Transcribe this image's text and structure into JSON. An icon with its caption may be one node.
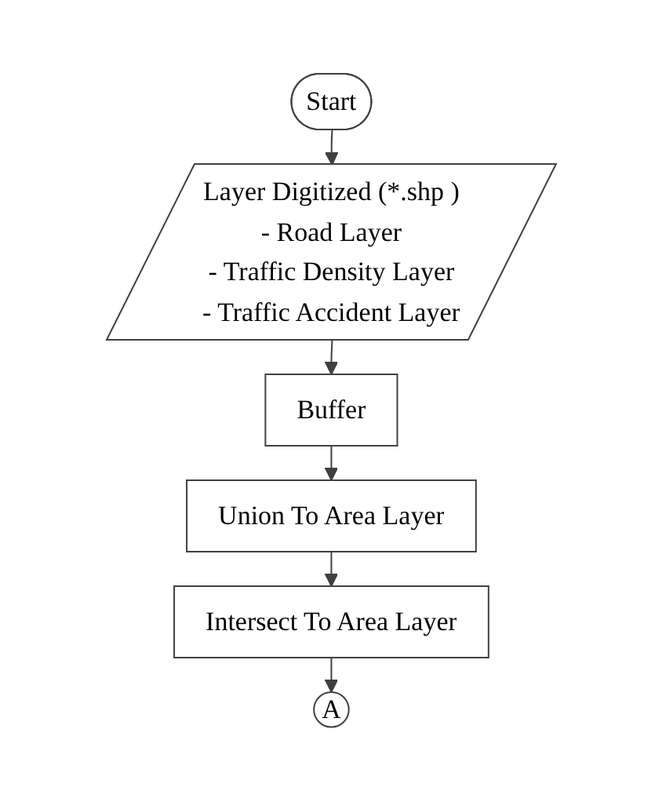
{
  "diagram": {
    "nodes": [
      {
        "text": [
          "Start"
        ]
      },
      {
        "text": [
          "Layer Digitized (*.shp )",
          "- Road Layer",
          "- Traffic Density Layer",
          "- Traffic Accident Layer"
        ]
      },
      {
        "text": [
          "Buffer"
        ]
      },
      {
        "text": [
          "Union To Area Layer"
        ]
      },
      {
        "text": [
          "Intersect To Area Layer"
        ]
      },
      {
        "text": [
          "A"
        ]
      }
    ],
    "edges": [
      {
        "from": 0,
        "to": 1,
        "arrow": "to"
      },
      {
        "from": 1,
        "to": 2,
        "arrow": "to"
      },
      {
        "from": 2,
        "to": 3,
        "arrow": "to"
      },
      {
        "from": 3,
        "to": 4,
        "arrow": "to"
      },
      {
        "from": 4,
        "to": 5,
        "arrow": "to"
      }
    ]
  }
}
